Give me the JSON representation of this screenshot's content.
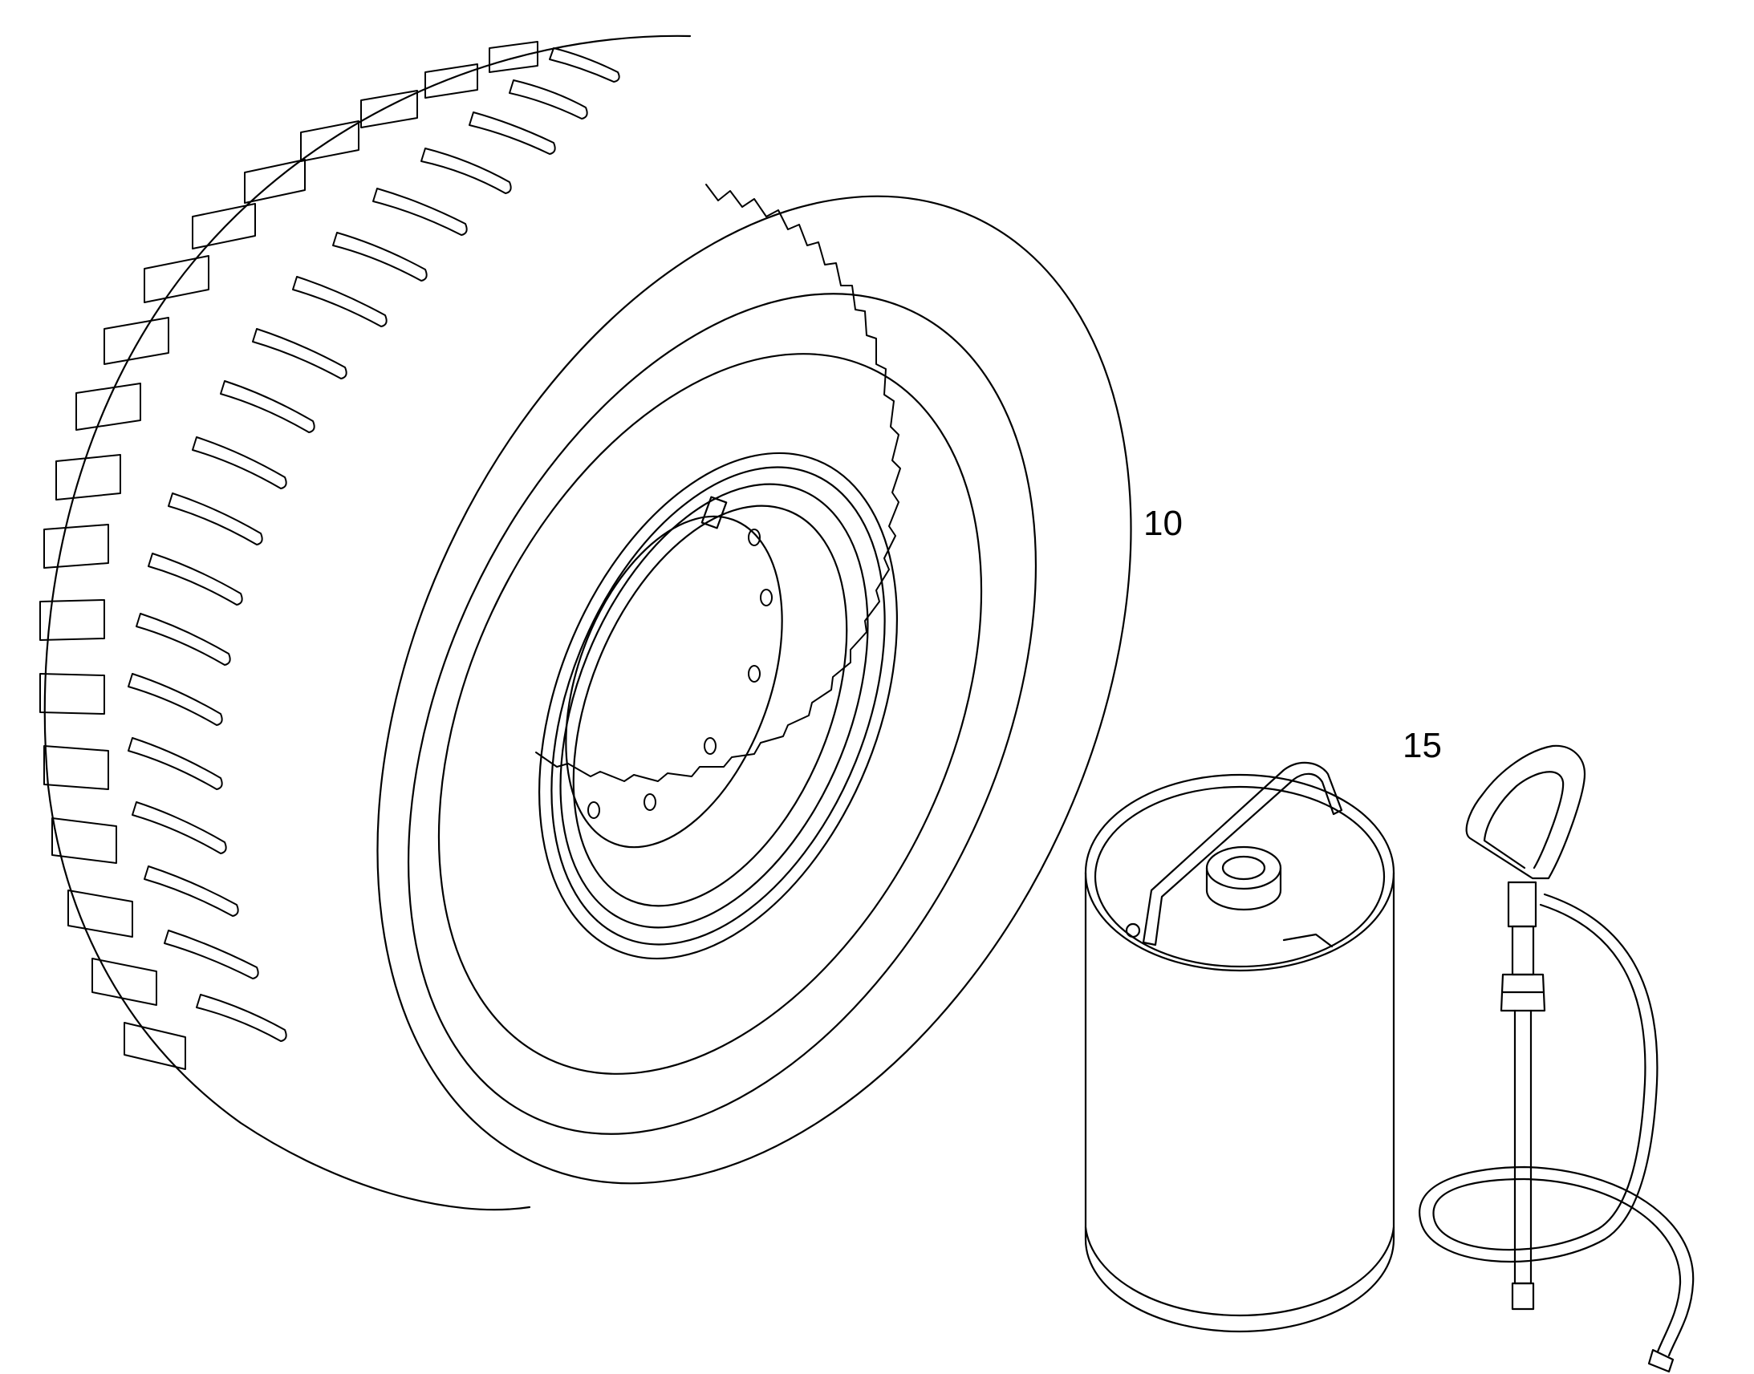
{
  "callouts": {
    "tire": "10",
    "inflation_kit": "15"
  },
  "colors": {
    "line": "#000000",
    "background": "#ffffff"
  },
  "parts": [
    {
      "ref": "10",
      "icon": "tire-wheel-assembly-icon"
    },
    {
      "ref": "15",
      "icon": "fluid-can-pump-icon"
    }
  ]
}
